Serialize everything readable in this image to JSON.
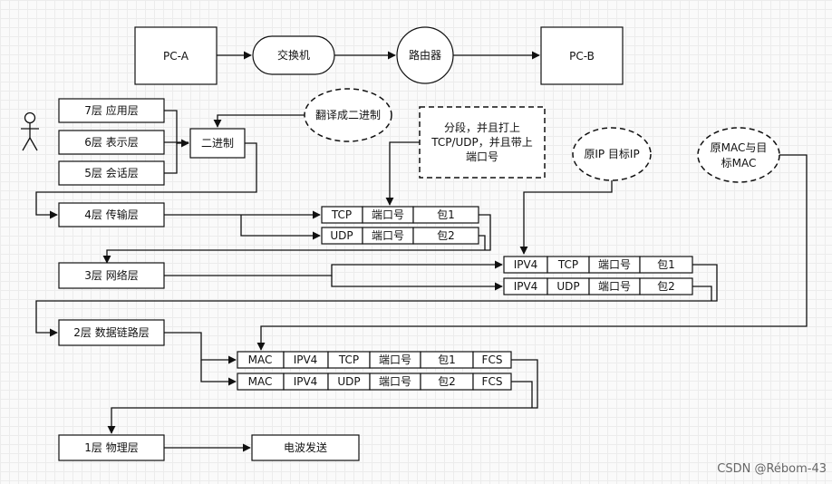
{
  "top_flow": {
    "pc_a": "PC-A",
    "switch": "交换机",
    "router": "路由器",
    "pc_b": "PC-B"
  },
  "layers": {
    "l7": "7层 应用层",
    "l6": "6层 表示层",
    "l5": "5层 会话层",
    "l4": "4层 传输层",
    "l3": "3层 网络层",
    "l2": "2层 数据链路层",
    "l1": "1层 物理层"
  },
  "binary_box": "二进制",
  "notes": {
    "translate_binary": "翻译成二进制",
    "segment": [
      "分段，并且打上",
      "TCP/UDP，并且带上",
      "端口号"
    ],
    "ip": "原IP 目标IP",
    "mac": [
      "原MAC与目",
      "标MAC"
    ]
  },
  "transport_packets": [
    [
      "TCP",
      "端口号",
      "包1"
    ],
    [
      "UDP",
      "端口号",
      "包2"
    ]
  ],
  "network_packets": [
    [
      "IPV4",
      "TCP",
      "端口号",
      "包1"
    ],
    [
      "IPV4",
      "UDP",
      "端口号",
      "包2"
    ]
  ],
  "link_frames": [
    [
      "MAC",
      "IPV4",
      "TCP",
      "端口号",
      "包1",
      "FCS"
    ],
    [
      "MAC",
      "IPV4",
      "UDP",
      "端口号",
      "包2",
      "FCS"
    ]
  ],
  "output_box": "电波发送",
  "watermark": "CSDN @Rébom-43"
}
